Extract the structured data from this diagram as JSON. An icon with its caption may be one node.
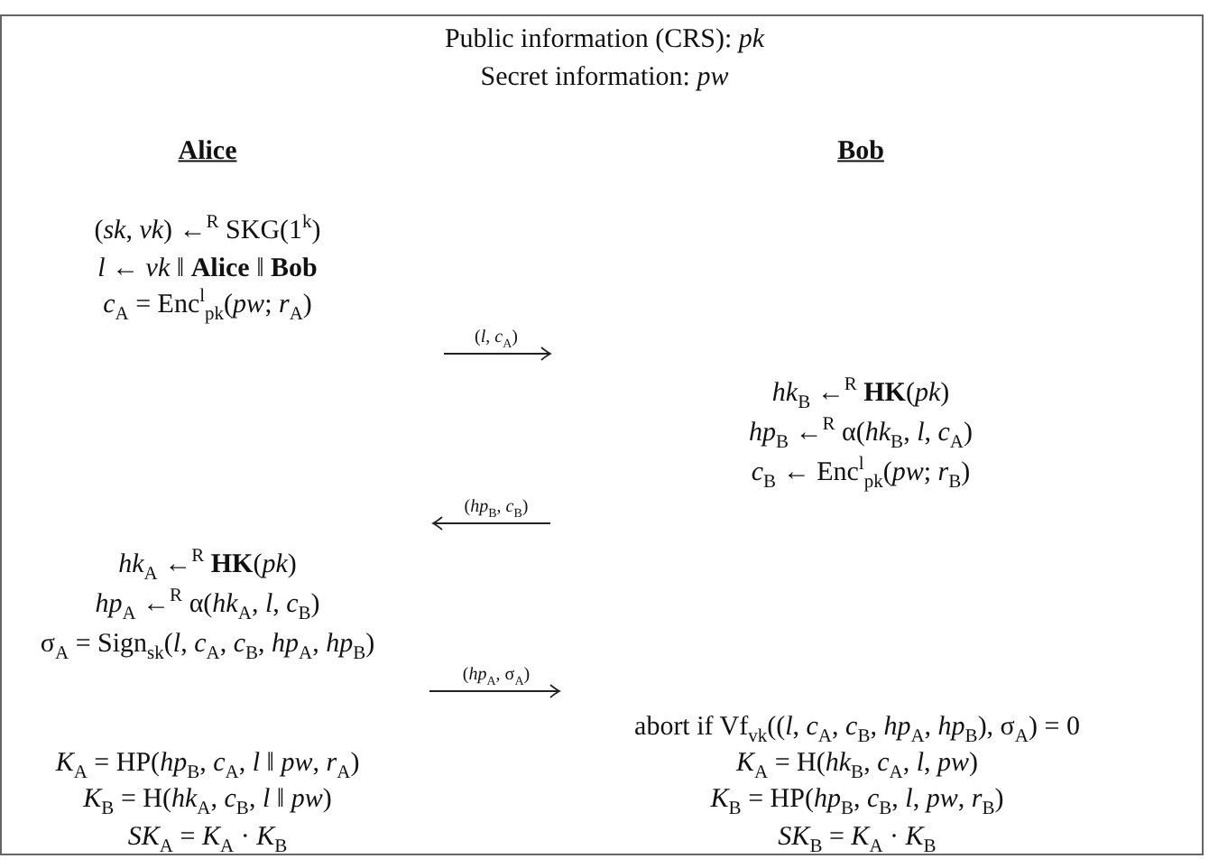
{
  "diagram": {
    "labels": [
      "Public information (CRS): *pk*",
      "Secret information: *pw*",
      "Alice",
      "Bob",
      "(*sk*, *vk*) ←$^{R}$ SKG(1$^{k}$)",
      "*l* ← *vk* ‖ **Alice** ‖ **Bob**",
      "*c*$_{A}$ = Enc$^{l}$$_{pk}$(*pw*; *r*$_{A}$)",
      "(*l*, *c*$_{A}$)",
      "*hk*$_{B}$ ←$^{R}$ **HK**(*pk*)",
      "*hp*$_{B}$ ←$^{R}$ α(*hk*$_{B}$, *l*, *c*$_{A}$)",
      "*c*$_{B}$ ← Enc$^{l}$$_{pk}$(*pw*; *r*$_{B}$)",
      "(*hp*$_{B}$, *c*$_{B}$)",
      "*hk*$_{A}$ ←$^{R}$ **HK**(*pk*)",
      "*hp*$_{A}$ ←$^{R}$ α(*hk*$_{A}$, *l*, *c*$_{B}$)",
      "σ$_{A}$ = Sign$_{sk}$(*l*, *c*$_{A}$, *c*$_{B}$, *hp*$_{A}$, *hp*$_{B}$)",
      "(*hp*$_{A}$, σ$_{A}$)",
      "abort if Vf$_{vk}$((*l*, *c*$_{A}$, *c*$_{B}$, *hp*$_{A}$, *hp*$_{B}$), σ$_{A}$) = 0",
      "*K*$_{A}$ = HP(*hp*$_{B}$, *c*$_{A}$, *l* ‖ *pw*, *r*$_{A}$)",
      "*K*$_{A}$ = H(*hk*$_{B}$, *c*$_{A}$, *l*, *pw*)",
      "*K*$_{B}$ = H(*hk*$_{A}$, *c*$_{B}$, *l* ‖ *pw*)",
      "*K*$_{B}$ = HP(*hp*$_{B}$, *c*$_{B}$, *l*, *pw*, *r*$_{B}$)",
      "*SK*$_{A}$ = *K*$_{A}$ · *K*$_{B}$",
      "*SK*$_{B}$ = *K*$_{A}$ · *K*$_{B}$"
    ]
  }
}
